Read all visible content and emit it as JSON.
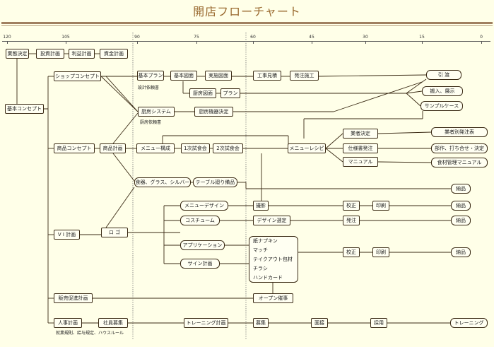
{
  "title": "開店フローチャート",
  "scale": [
    "120",
    "105",
    "90",
    "75",
    "60",
    "45",
    "30",
    "15",
    "0"
  ],
  "boxes": {
    "gyotai": "業態決定",
    "toshi": "投資計画",
    "rieki": "利益計画",
    "shikin": "資金計画",
    "kihon_concept": "基本コンセプト",
    "shop_concept": "ショップコンセプト",
    "shohin_concept": "商品コンセプト",
    "shohin_keikaku": "商品計画",
    "vi": "V I 計画",
    "logo": "ロ ゴ",
    "hansoku": "販売促進計画",
    "jinji": "人事計画",
    "shain": "社員募集",
    "kihon_plan": "基本プラン",
    "kihon_zumen": "基本図面",
    "jisshi_zumen": "実施図面",
    "koji": "工事見積",
    "hatchu_seko": "発注施工",
    "hikiwatashi": "引 渡",
    "shutsuzu": "厨房図面",
    "plan": "プラン",
    "kanzu": "搬入、展示",
    "sample": "サンプルケース",
    "chubo_system": "厨房システム",
    "chubo_kiki": "厨房機器決定",
    "menu_kosei": "メニュー構成",
    "shisakukai1": "1次試食会",
    "shisakukai2": "2次試食会",
    "menu_recipe": "メニューレシピ",
    "gyosha": "業者決定",
    "shiyosho": "仕様書発注",
    "manual": "マニュアル",
    "gyosha_betsu": "業者別発注表",
    "buhin": "部作、打ち合せ・決定",
    "shokuzai": "食材管理マニュアル",
    "shokki": "食器、グラス、シルバー",
    "table": "テーブル廻り備品",
    "nohin1": "納品",
    "menu_design": "メニューデザイン",
    "satsuei": "撮影",
    "kosei1": "校正",
    "insatsu1": "印刷",
    "nohin2": "納品",
    "costume": "コスチューム",
    "design_sentei": "デザイン選定",
    "hatchu2": "発注",
    "nohin3": "納品",
    "application": "アプリケーション",
    "sign": "サイン計画",
    "kosei2": "校正",
    "insatsu2": "印刷",
    "nohin4": "納品",
    "open_event": "オープン催事",
    "training_plan": "トレーニング計画",
    "boshu": "募集",
    "mensetsu": "面接",
    "saiyo": "採用",
    "training": "トレーニング"
  },
  "paper_items": [
    "紙ナプキン",
    "マッチ",
    "テイクアウト包材",
    "チラシ",
    "ハンドカード"
  ],
  "notes": {
    "sekkei": "設計依頼書",
    "chubo_irai": "厨房依頼書",
    "shugyo": "就業規則、給与規定、ハウスルール"
  }
}
